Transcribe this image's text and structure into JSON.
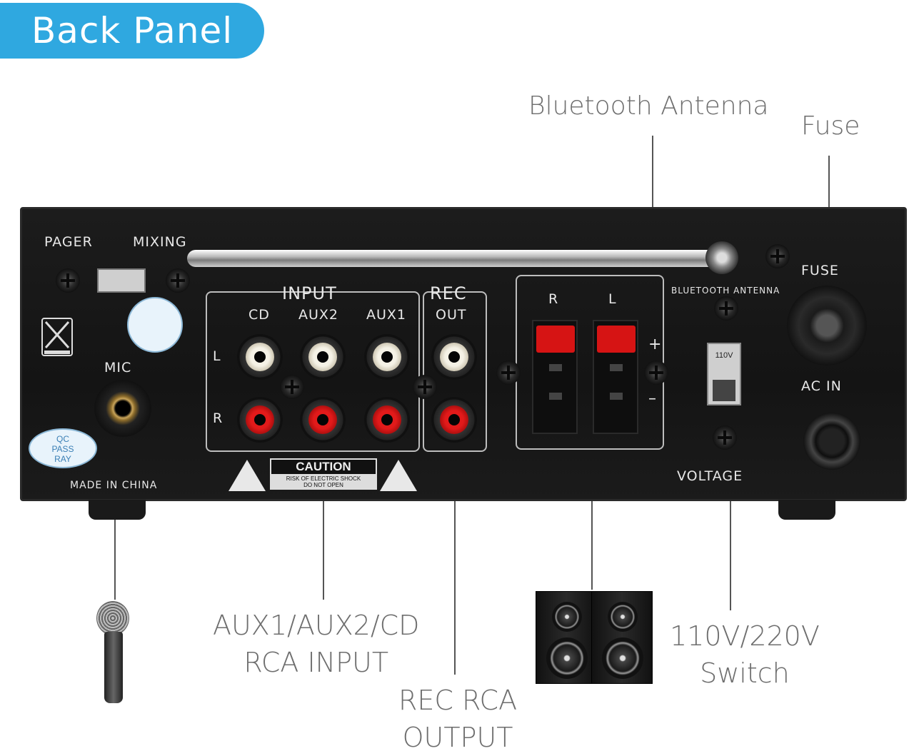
{
  "banner": {
    "title": "Back Panel"
  },
  "callouts": {
    "bluetooth_antenna": "Bluetooth Antenna",
    "fuse": "Fuse",
    "rca_input_line1": "AUX1/AUX2/CD",
    "rca_input_line2": "RCA INPUT",
    "rec_output_line1": "REC RCA",
    "rec_output_line2": "OUTPUT",
    "voltage_line1": "110V/220V",
    "voltage_line2": "Switch"
  },
  "panel": {
    "pager": "PAGER",
    "mixing": "MIXING",
    "mic": "MIC",
    "input": "INPUT",
    "cd": "CD",
    "aux2": "AUX2",
    "aux1": "AUX1",
    "rec": "REC",
    "out": "OUT",
    "left": "L",
    "right": "R",
    "speaker_r": "R",
    "speaker_l": "L",
    "plus": "+",
    "minus": "–",
    "bluetooth_antenna": "BLUETOOTH ANTENNA",
    "fuse": "FUSE",
    "ac_in": "AC IN",
    "voltage": "VOLTAGE",
    "voltage_setting": "110V",
    "made_in": "MADE IN CHINA",
    "caution": "CAUTION",
    "caution_sub1": "RISK OF ELECTRIC SHOCK",
    "caution_sub2": "DO NOT OPEN",
    "qc_line1": "QC",
    "qc_line2": "PASS",
    "qc_line3": "RAY"
  }
}
